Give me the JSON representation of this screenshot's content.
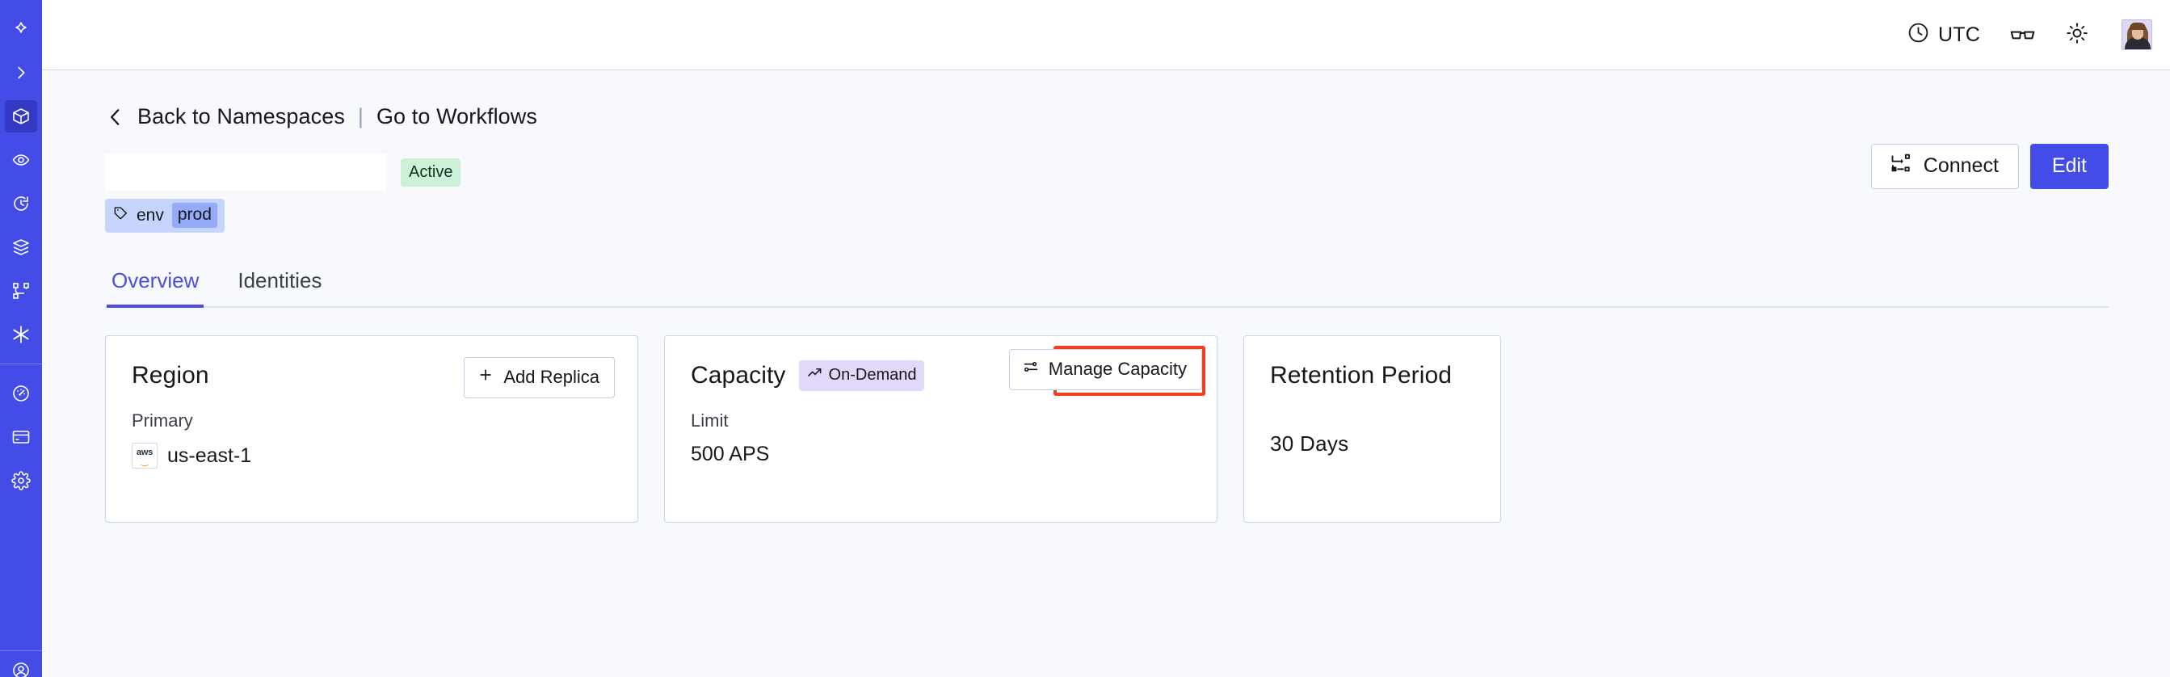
{
  "colors": {
    "brand": "#444ce7",
    "sidebar_bg": "#444ce7",
    "sidebar_active": "#3339c4",
    "page_bg": "#f7f9fc",
    "card_border": "#c8d4e8",
    "badge_active_bg": "#cdf0d8",
    "badge_ondemand_bg": "#e1d8fa",
    "tag_bg": "#c7d4fb",
    "tag_value_bg": "#94abf7",
    "annotation_red": "#f0401d",
    "tab_active": "#4b4fdb"
  },
  "sidebar": {
    "logo": {
      "icon": "temporal-logo-icon",
      "name": "temporal-logo"
    },
    "items": [
      {
        "icon": "chevron-right-icon",
        "name": "expand-sidebar",
        "active": false
      },
      {
        "icon": "cube-icon",
        "name": "namespaces",
        "active": true
      },
      {
        "icon": "eye-icon",
        "name": "observability",
        "active": false
      },
      {
        "icon": "history-clock-icon",
        "name": "schedules",
        "active": false
      },
      {
        "icon": "layers-icon",
        "name": "deployments",
        "active": false
      },
      {
        "icon": "workflow-nodes-icon",
        "name": "workflows",
        "active": false
      },
      {
        "icon": "asterisk-icon",
        "name": "integrations",
        "active": false
      }
    ],
    "items_secondary": [
      {
        "icon": "gauge-icon",
        "name": "usage",
        "active": false
      },
      {
        "icon": "credit-card-icon",
        "name": "billing",
        "active": false
      },
      {
        "icon": "gear-icon",
        "name": "settings",
        "active": false
      }
    ]
  },
  "topbar": {
    "timezone": {
      "icon": "clock-icon",
      "label": "UTC"
    },
    "glasses": {
      "icon": "glasses-icon"
    },
    "theme": {
      "icon": "sun-icon"
    },
    "avatar": {
      "name": "user-avatar"
    }
  },
  "breadcrumb": {
    "back_icon": "chevron-left-icon",
    "back_label": "Back to Namespaces",
    "divider": "|",
    "forward_label": "Go to Workflows"
  },
  "namespace": {
    "name": "",
    "status_badge": "Active",
    "tag": {
      "icon": "tag-icon",
      "key": "env",
      "value": "prod"
    }
  },
  "header_actions": {
    "connect": {
      "label": "Connect",
      "icon": "connect-icon"
    },
    "edit": {
      "label": "Edit"
    }
  },
  "tabs": [
    {
      "label": "Overview",
      "active": true
    },
    {
      "label": "Identities",
      "active": false
    }
  ],
  "cards": {
    "region": {
      "title": "Region",
      "button": {
        "label": "Add Replica",
        "icon": "plus-icon"
      },
      "sub_label": "Primary",
      "provider_icon": "aws-logo-icon",
      "provider_text_top": "aws",
      "value": "us-east-1"
    },
    "capacity": {
      "title": "Capacity",
      "badge": {
        "label": "On-Demand",
        "icon": "trending-up-icon"
      },
      "button": {
        "label": "Manage Capacity",
        "icon": "sliders-icon",
        "highlighted": true
      },
      "sub_label": "Limit",
      "value": "500 APS"
    },
    "retention": {
      "title": "Retention Period",
      "value": "30  Days"
    }
  }
}
